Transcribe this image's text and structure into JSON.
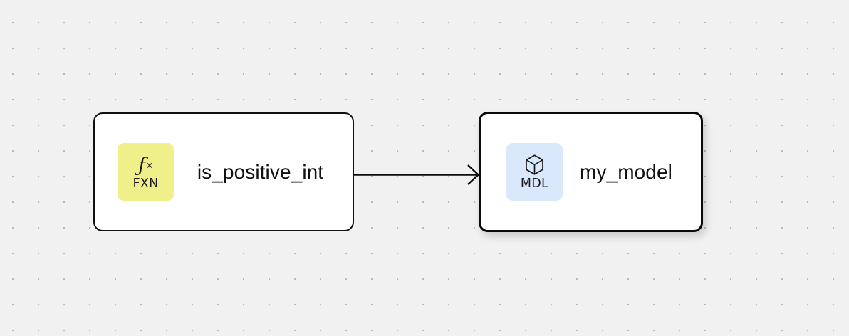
{
  "canvas": {
    "background_color": "#f1f1f1",
    "dot_color": "#b9b9bd",
    "grid_spacing": 36
  },
  "graph": {
    "nodes": [
      {
        "id": "is_positive_int",
        "title": "is_positive_int",
        "badge_label": "FXN",
        "badge_glyph": "fx",
        "badge_icon": "function-fx-icon",
        "badge_color": "#f0f08a",
        "selected": false
      },
      {
        "id": "my_model",
        "title": "my_model",
        "badge_label": "MDL",
        "badge_glyph": "",
        "badge_icon": "cube-icon",
        "badge_color": "#d9e8fa",
        "selected": true
      }
    ],
    "edges": [
      {
        "id": "edge-fxn-to-mdl",
        "source": "is_positive_int",
        "target": "my_model",
        "color": "#0d0d0d",
        "arrow": "chevron"
      }
    ]
  }
}
